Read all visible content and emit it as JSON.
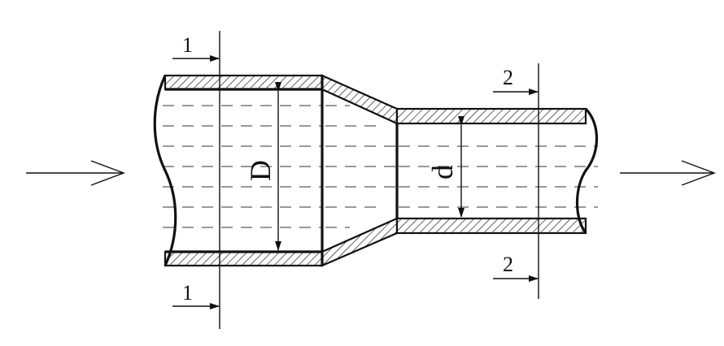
{
  "diagram": {
    "labels": {
      "large_diameter": "D",
      "small_diameter": "d",
      "section_1_top": "1",
      "section_1_bottom": "1",
      "section_2_top": "2",
      "section_2_bottom": "2"
    }
  }
}
